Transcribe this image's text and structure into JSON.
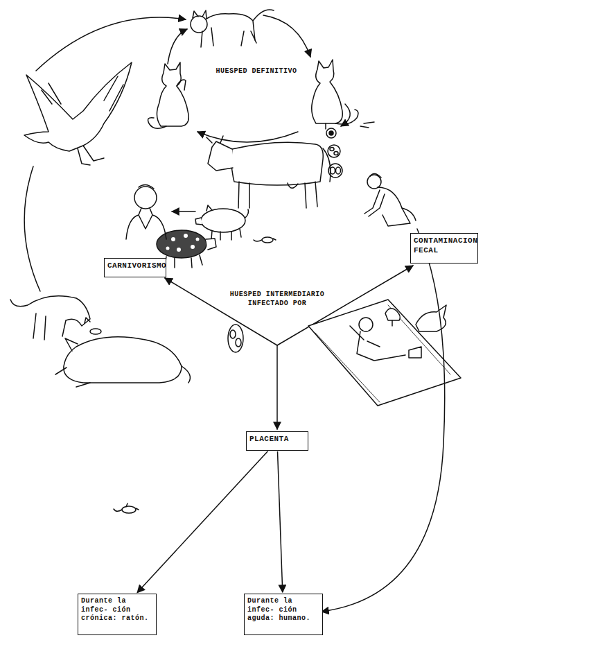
{
  "diagram": {
    "nodes": [
      {
        "text": [
          "CARNIVORISMO"
        ]
      },
      {
        "text": [
          "CONTAMINACION FECAL"
        ]
      },
      {
        "text": [
          "PLACENTA"
        ]
      },
      {
        "text": [
          "Durante la infec- ción crónica: ratón."
        ]
      },
      {
        "text": [
          "Durante la infec- ción aguda: humano."
        ]
      }
    ],
    "edges": [
      {
        "from": 2,
        "to": 3,
        "arrow": "to"
      },
      {
        "from": 2,
        "to": 4,
        "arrow": "to"
      }
    ],
    "labels": [
      "HUESPED DEFINITIVO",
      "HUESPED INTERMEDIARIO INFECTADO POR"
    ]
  }
}
